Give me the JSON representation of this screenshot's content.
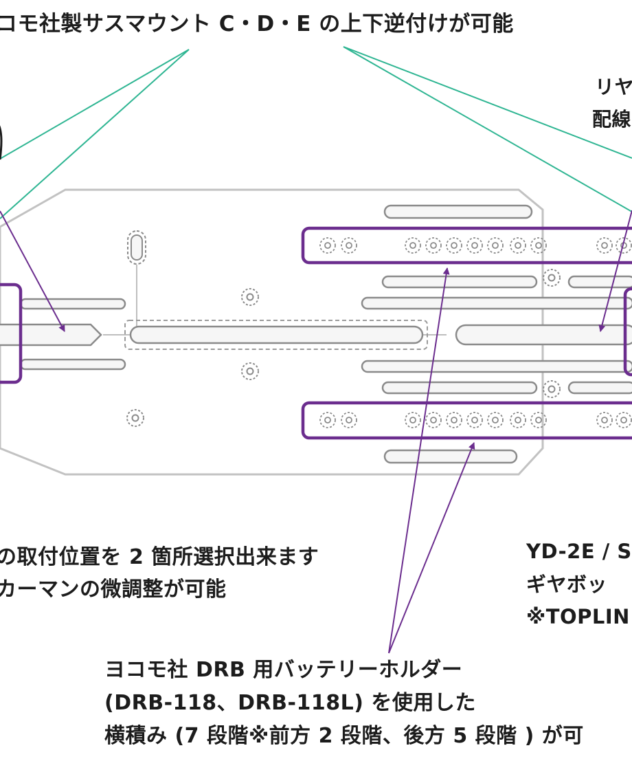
{
  "labels": {
    "top": "コモ社製サスマウント C・D・E の上下逆付けが可能",
    "right_top_1": "リヤ",
    "right_top_2": "配線",
    "left_mid_1": "の取付位置を 2 箇所選択出来ます",
    "left_mid_2": "カーマンの微調整が可能",
    "right_mid_1": "YD-2E / S",
    "right_mid_2": "ギヤボッ",
    "right_mid_3": "※TOPLIN",
    "bottom_1": "ヨコモ社 DRB 用バッテリーホルダー",
    "bottom_2": "(DRB-118、DRB-118L) を使用した",
    "bottom_3": "横積み (7 段階※前方 2 段階、後方 5 段階 ) が可"
  },
  "colors": {
    "text": "#1c1c1c",
    "green_leader": "#2eb592",
    "purple": "#6b2d8e",
    "plate_outline": "#c2c2c2",
    "slot_outline": "#8a8a8a"
  }
}
